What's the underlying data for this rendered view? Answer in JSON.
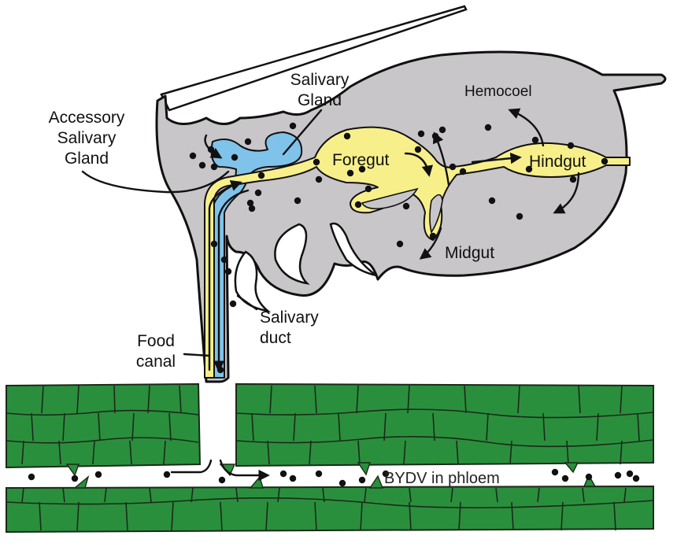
{
  "title": "BYDV transmission pathway through aphid",
  "colors": {
    "body": "#c9c6c9",
    "gut": "#f7ef8a",
    "salivary": "#7fc3ea",
    "plant": "#2a8f3c",
    "virus": "#111111",
    "outline": "#111111"
  },
  "labels": {
    "accessory_salivary_gland": [
      "Accessory",
      "Salivary",
      "Gland"
    ],
    "salivary_gland": [
      "Salivary",
      "Gland"
    ],
    "hemocoel": "Hemocoel",
    "foregut": "Foregut",
    "hindgut": "Hindgut",
    "midgut": "Midgut",
    "salivary_duct": [
      "Salivary",
      "duct"
    ],
    "food_canal": [
      "Food",
      "canal"
    ],
    "phloem": "BYDV in phloem"
  }
}
